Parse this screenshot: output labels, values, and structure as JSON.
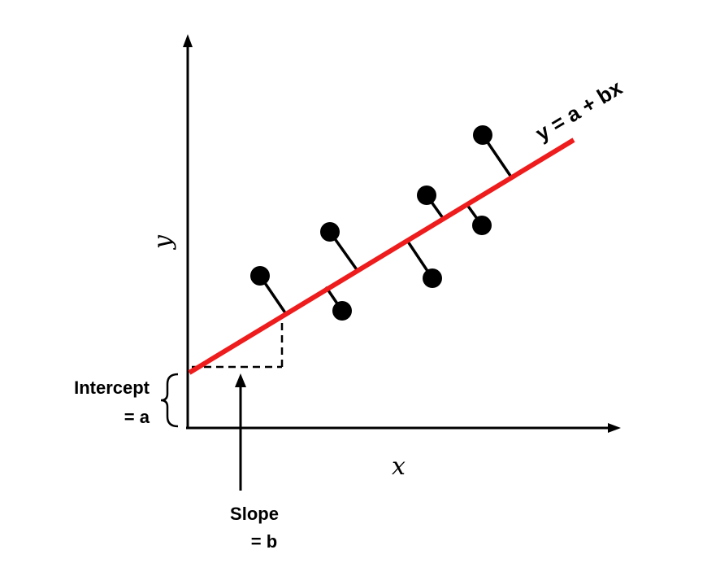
{
  "equation_label": "y = a + bx",
  "axes": {
    "x_label": "x",
    "y_label": "y"
  },
  "intercept_label": {
    "line1": "Intercept",
    "line2": "= a"
  },
  "slope_label": {
    "line1": "Slope",
    "line2": "= b"
  },
  "colors": {
    "regression_line": "#ee1c1c",
    "points": "#000000",
    "axes": "#000000"
  },
  "icons": [
    "up-arrow-icon"
  ]
}
